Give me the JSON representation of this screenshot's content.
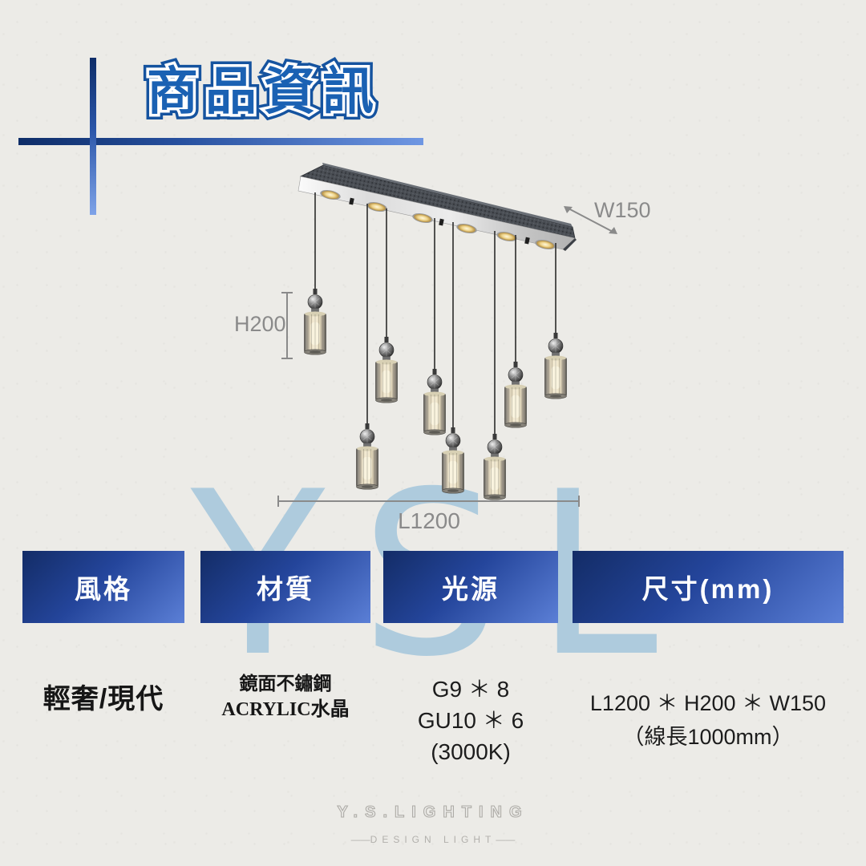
{
  "header": {
    "title": "商品資訊"
  },
  "watermark": {
    "text": "YSL"
  },
  "diagram": {
    "height_label": "H200",
    "length_label": "L1200",
    "width_label": "W150",
    "pendant_count": 8,
    "spotlight_count": 6
  },
  "specs": {
    "style": {
      "label": "風格",
      "value": "輕奢/現代"
    },
    "material": {
      "label": "材質",
      "line1": "鏡面不鏽鋼",
      "line2": "ACRYLIC水晶"
    },
    "light_source": {
      "label": "光源",
      "line1": "G9 ＊ 8",
      "line2": "GU10 ＊ 6",
      "line3": "(3000K)"
    },
    "dimensions": {
      "label": "尺寸(mm)",
      "line1": "L1200 ＊ H200 ＊ W150",
      "line2": "（線長1000mm）"
    }
  },
  "footer": {
    "brand": "Y.S.LIGHTING",
    "dash_left": "——",
    "tagline": "DESIGN LIGHT",
    "dash_right": "——"
  },
  "colors": {
    "paper_bg": "#ecebe7",
    "title_blue": "#1a61b3",
    "accent_gradient_dark": "#0e2d68",
    "accent_gradient_light": "#6f97e3",
    "card_gradient_dark": "#132c66",
    "card_gradient_light": "#5b7fd6",
    "watermark_blue": "#aecbdd",
    "dimension_gray": "#8a8a8a",
    "value_text": "#161616",
    "footer_gray": "#adaba6",
    "warm_light": "#f5e9b8"
  }
}
